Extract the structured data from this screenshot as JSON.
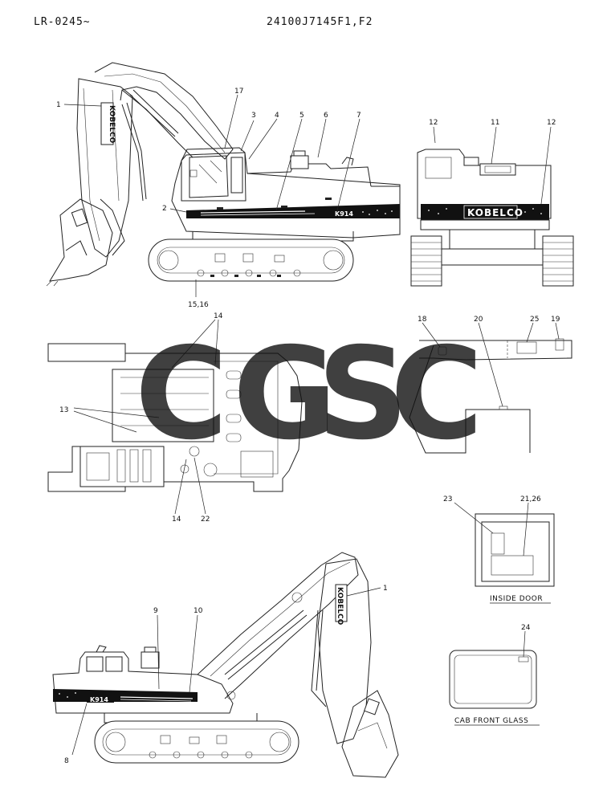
{
  "header": {
    "left": "LR-0245~",
    "right": "24100J7145F1,F2"
  },
  "watermark": {
    "letters": [
      "C",
      "G",
      "S",
      "C"
    ],
    "colors": [
      "#4f8ff2",
      "#ef7466",
      "#f9d268",
      "#5bb88c"
    ]
  },
  "brand": {
    "logo": "KOBELCO",
    "logo_vertical": "KOBELCO",
    "model": "K914"
  },
  "callouts": {
    "c1": "1",
    "c2": "2",
    "c3": "3",
    "c4": "4",
    "c5": "5",
    "c6": "6",
    "c7": "7",
    "c17": "17",
    "c11": "11",
    "c12a": "12",
    "c12b": "12",
    "c1516": "15,16",
    "c14a": "14",
    "c13": "13",
    "c14b": "14",
    "c22": "22",
    "c18": "18",
    "c20": "20",
    "c25": "25",
    "c19": "19",
    "c23": "23",
    "c2126": "21,26",
    "c24": "24",
    "c9": "9",
    "c10": "10",
    "c8": "8",
    "c1b": "1"
  },
  "captions": {
    "inside_door": "INSIDE DOOR",
    "cab_front_glass": "CAB FRONT GLASS"
  }
}
